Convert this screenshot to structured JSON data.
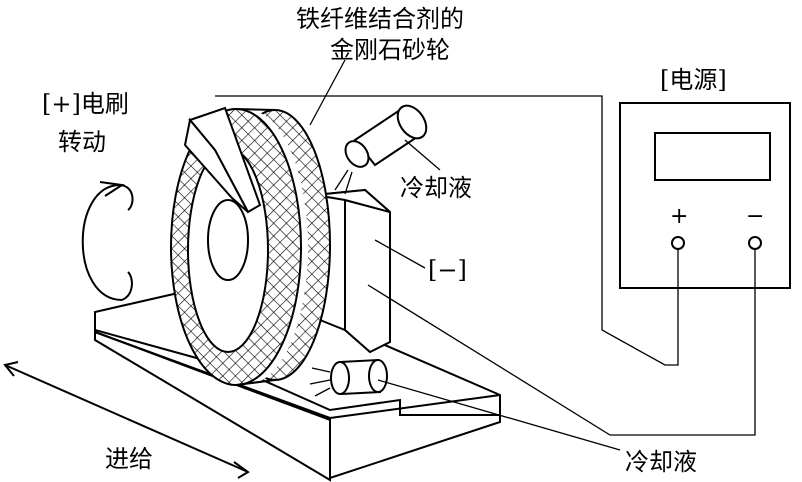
{
  "labels": {
    "wheel_line1": "铁纤维结合剂的",
    "wheel_line2": "金刚石砂轮",
    "power_supply": "[电源]",
    "brush_line1": "[+]电刷",
    "brush_line2": "转动",
    "coolant_top": "冷却液",
    "negative_electrode": "[−]",
    "coolant_bottom": "冷却液",
    "feed": "进给",
    "plus_sign": "+",
    "minus_sign": "−"
  }
}
